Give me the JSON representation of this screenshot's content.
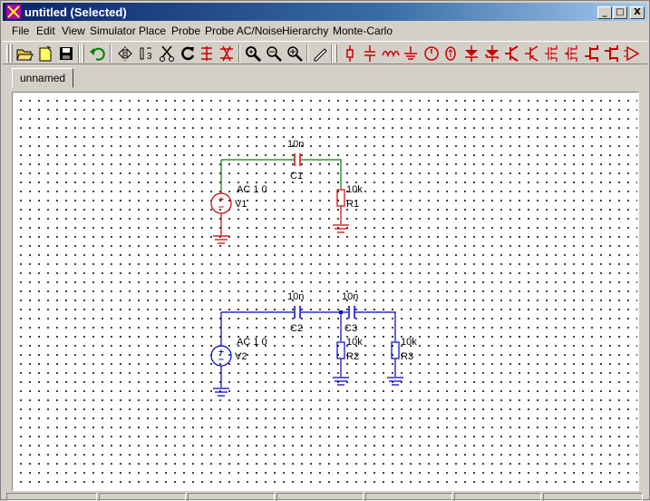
{
  "window": {
    "title": "untitled (Selected)"
  },
  "window_buttons": {
    "minimize": "_",
    "maximize": "□",
    "close": "X"
  },
  "menu": [
    {
      "label": "File"
    },
    {
      "label": "Edit"
    },
    {
      "label": "View"
    },
    {
      "label": "Simulator"
    },
    {
      "label": "Place"
    },
    {
      "label": "Probe"
    },
    {
      "label": "Probe AC/Noise"
    },
    {
      "label": "Hierarchy"
    },
    {
      "label": "Monte-Carlo"
    }
  ],
  "tabs": [
    {
      "label": "unnamed"
    }
  ],
  "colors": {
    "selected_wire": "#008000",
    "selected_part": "#cc0000",
    "normal": "#0000cc",
    "title_bar": "#0a246a"
  },
  "circuit1": {
    "capacitor": {
      "value": "10n",
      "name": "C1"
    },
    "source": {
      "value": "AC 1 0",
      "name": "V1"
    },
    "resistor": {
      "value": "10k",
      "name": "R1"
    }
  },
  "circuit2": {
    "capacitor1": {
      "value": "10n",
      "name": "C2"
    },
    "capacitor2": {
      "value": "10n",
      "name": "C3"
    },
    "source": {
      "value": "AC 1 0",
      "name": "V2"
    },
    "resistor1": {
      "value": "10k",
      "name": "R2"
    },
    "resistor2": {
      "value": "10k",
      "name": "R3"
    }
  }
}
